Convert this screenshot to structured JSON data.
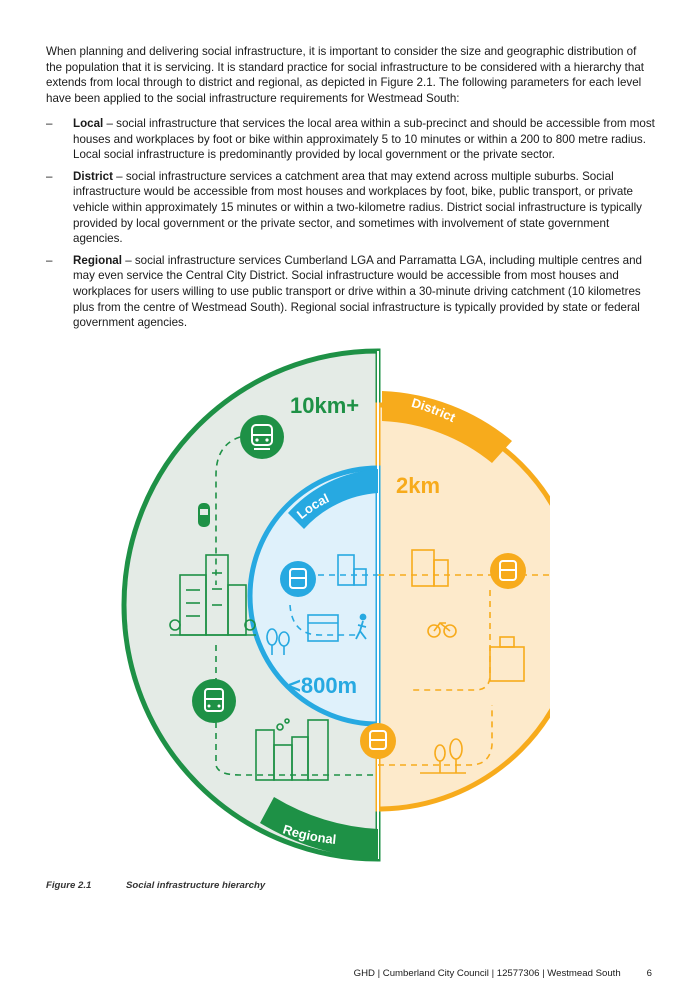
{
  "intro": "When planning and delivering social infrastructure, it is important to consider the size and geographic distribution of the population that it is servicing. It is standard practice for social infrastructure to be considered with a hierarchy that extends from local through to district and regional, as depicted in Figure  2.1. The following parameters for each level have been applied to the social infrastructure requirements for Westmead South:",
  "bullets": [
    {
      "dash": "–",
      "term": "Local",
      "text": " – social infrastructure that services the local area within a sub-precinct and should be accessible from most houses and workplaces by foot or bike within approximately 5 to 10 minutes or within a 200 to 800 metre radius. Local social infrastructure is predominantly provided by local government or the private sector."
    },
    {
      "dash": "–",
      "term": "District",
      "text": " – social infrastructure services a catchment area that may extend across multiple suburbs. Social infrastructure would be accessible from most houses and workplaces by foot, bike, public transport, or private vehicle within approximately 15 minutes or within a two-kilometre radius. District social infrastructure is typically provided by local government or the private sector, and sometimes with involvement of state government agencies."
    },
    {
      "dash": "–",
      "term": "Regional",
      "text": " – social infrastructure services Cumberland LGA and Parramatta LGA, including multiple centres and may even service the Central City District. Social infrastructure would be accessible from most houses and workplaces for users willing to use public transport or drive within a 30-minute driving catchment (10 kilometres plus from the centre of Westmead South). Regional social infrastructure is typically provided by state or federal government agencies."
    }
  ],
  "figure": {
    "regional_distance": "10km+",
    "district_label": "District",
    "district_distance": "2km",
    "local_label": "Local",
    "local_distance": "<800m",
    "regional_label": "Regional",
    "colors": {
      "green": "#1e9146",
      "green_fill": "#e4ebe6",
      "orange": "#f7ab1c",
      "orange_fill": "#fdeacb",
      "blue": "#27a9e1",
      "blue_fill": "#dff1fb"
    }
  },
  "caption": {
    "label": "Figure  2.1",
    "title": "Social infrastructure hierarchy"
  },
  "footer": {
    "text": "GHD | Cumberland City Council | 12577306 | Westmead South",
    "page": "6"
  }
}
